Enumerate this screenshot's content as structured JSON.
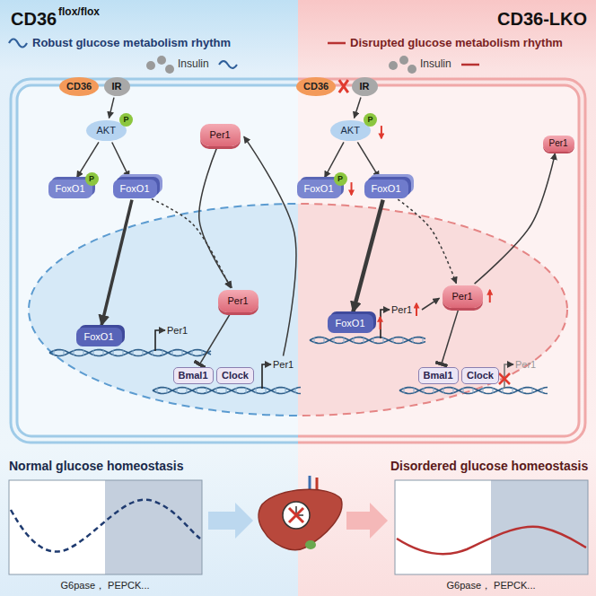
{
  "diagram": {
    "nodes": [
      {
        "text": [
          "CD36"
        ]
      },
      {
        "text": [
          "IR"
        ]
      },
      {
        "text": [
          "AKT",
          "P"
        ]
      },
      {
        "text": [
          "FoxO1",
          "P"
        ]
      },
      {
        "text": [
          "FoxO1"
        ]
      },
      {
        "text": [
          "Per1"
        ]
      },
      {
        "text": [
          "FoxO1"
        ]
      },
      {
        "text": [
          "Per1"
        ]
      },
      {
        "text": [
          "Bmal1"
        ]
      },
      {
        "text": [
          "Clock"
        ]
      },
      {
        "text": [
          "CD36"
        ]
      },
      {
        "text": [
          "IR"
        ]
      },
      {
        "text": [
          "AKT",
          "P"
        ]
      },
      {
        "text": [
          "FoxO1",
          "P"
        ]
      },
      {
        "text": [
          "FoxO1"
        ]
      },
      {
        "text": [
          "Per1"
        ]
      },
      {
        "text": [
          "FoxO1"
        ]
      },
      {
        "text": [
          "Per1"
        ]
      },
      {
        "text": [
          "Bmal1"
        ]
      },
      {
        "text": [
          "Clock"
        ]
      }
    ],
    "edges": [
      {
        "from": 1,
        "to": 2,
        "arrow": "to"
      },
      {
        "from": 2,
        "to": 3,
        "arrow": "to"
      },
      {
        "from": 2,
        "to": 4,
        "arrow": "to"
      },
      {
        "from": 4,
        "to": 6,
        "arrow": "to"
      },
      {
        "from": 4,
        "to": 7,
        "arrow": "to"
      },
      {
        "from": 5,
        "to": 7,
        "arrow": "to"
      },
      {
        "from": 7,
        "to": 8,
        "arrow": "to"
      },
      {
        "from": 11,
        "to": 12,
        "arrow": "to"
      },
      {
        "from": 12,
        "to": 13,
        "arrow": "to"
      },
      {
        "from": 12,
        "to": 14,
        "arrow": "to"
      },
      {
        "from": 14,
        "to": 16,
        "arrow": "to"
      },
      {
        "from": 14,
        "to": 17,
        "arrow": "to"
      },
      {
        "from": 17,
        "to": 15,
        "arrow": "to"
      },
      {
        "from": 17,
        "to": 18,
        "arrow": "to"
      }
    ],
    "labels": [
      "CD36",
      "flox/flox",
      "Robust glucose metabolism rhythm",
      "CD36-LKO",
      "Disrupted glucose metabolism rhythm",
      "Insulin",
      "Insulin",
      "Per1",
      "Per1",
      "Per1",
      "Per1",
      "Normal glucose homeostasis",
      "G6pase， PEPCK...",
      "Disordered glucose homeostasis",
      "G6pase， PEPCK..."
    ]
  }
}
